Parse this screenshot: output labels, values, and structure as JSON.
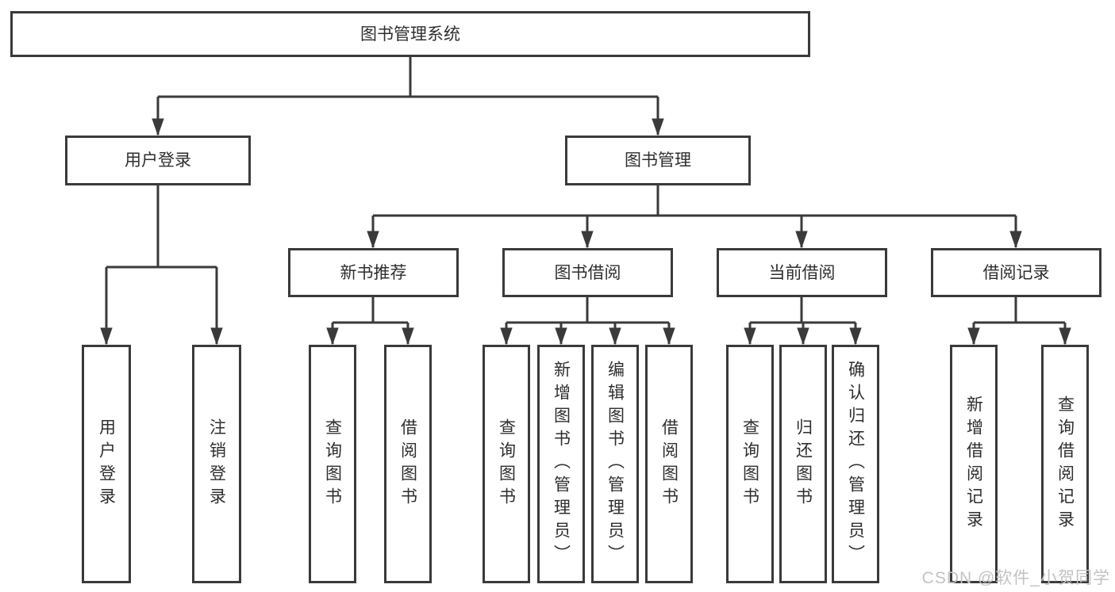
{
  "diagram": {
    "root": {
      "label": "图书管理系统"
    },
    "level2": [
      {
        "label": "用户登录"
      },
      {
        "label": "图书管理"
      }
    ],
    "level3": [
      {
        "label": "新书推荐"
      },
      {
        "label": "图书借阅"
      },
      {
        "label": "当前借阅"
      },
      {
        "label": "借阅记录"
      }
    ],
    "leaves": {
      "login": [
        {
          "label": "用户登录"
        },
        {
          "label": "注销登录"
        }
      ],
      "newbook": [
        {
          "label": "查询图书"
        },
        {
          "label": "借阅图书"
        }
      ],
      "borrow": [
        {
          "label": "查询图书"
        },
        {
          "label": "新增图书（管理员）"
        },
        {
          "label": "编辑图书（管理员）"
        },
        {
          "label": "借阅图书"
        }
      ],
      "current": [
        {
          "label": "查询图书"
        },
        {
          "label": "归还图书"
        },
        {
          "label": "确认归还（管理员）"
        }
      ],
      "record": [
        {
          "label": "新增借阅记录"
        },
        {
          "label": "查询借阅记录"
        }
      ]
    }
  },
  "watermark": "CSDN @软件_小贺同学",
  "colors": {
    "line": "#3a3a3a",
    "text": "#2e2e2e",
    "watermark": "#c3c3c3",
    "background": "#ffffff"
  }
}
